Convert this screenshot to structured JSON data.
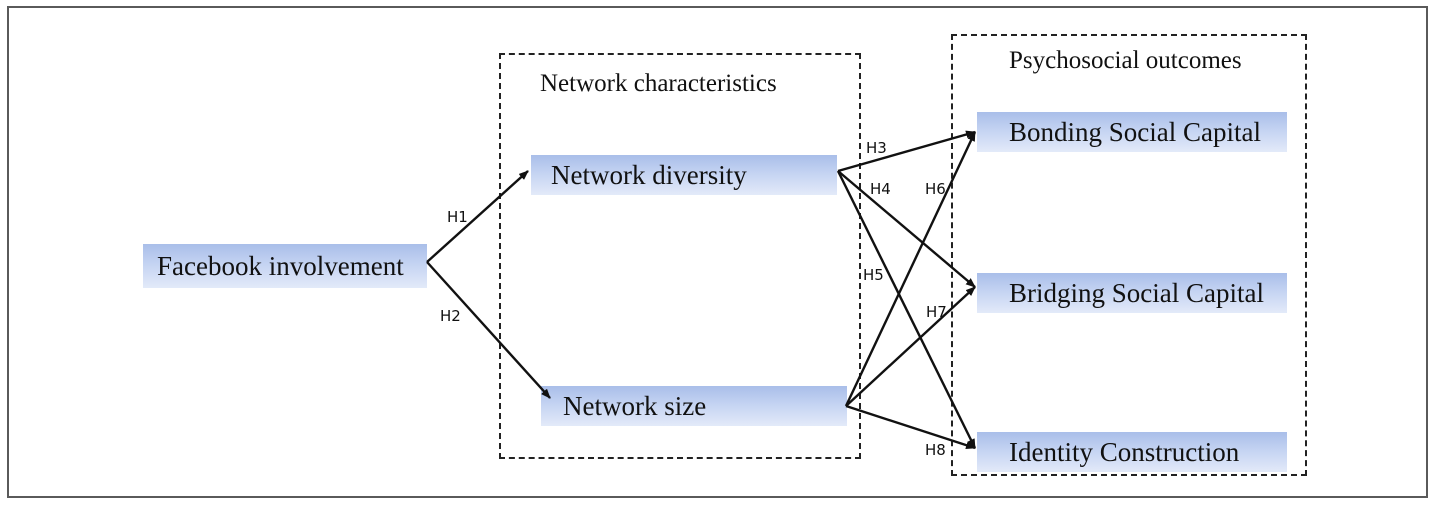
{
  "groups": {
    "network": {
      "title": "Network characteristics"
    },
    "outcomes": {
      "title": "Psychosocial outcomes"
    }
  },
  "nodes": {
    "facebook": "Facebook involvement",
    "diversity": "Network diversity",
    "size": "Network size",
    "bonding": "Bonding Social Capital",
    "bridging": "Bridging Social Capital",
    "identity": "Identity Construction"
  },
  "edges": [
    {
      "label": "H1",
      "from": "Facebook involvement",
      "to": "Network diversity"
    },
    {
      "label": "H2",
      "from": "Facebook involvement",
      "to": "Network size"
    },
    {
      "label": "H3",
      "from": "Network diversity",
      "to": "Bonding Social Capital"
    },
    {
      "label": "H4",
      "from": "Network diversity",
      "to": "Bridging Social Capital"
    },
    {
      "label": "H5",
      "from": "Network diversity",
      "to": "Identity Construction"
    },
    {
      "label": "H6",
      "from": "Network size",
      "to": "Bonding Social Capital"
    },
    {
      "label": "H7",
      "from": "Network size",
      "to": "Bridging Social Capital"
    },
    {
      "label": "H8",
      "from": "Network size",
      "to": "Identity Construction"
    }
  ],
  "colors": {
    "node_fill_top": "#a9bee9",
    "node_fill_bottom": "#e3eaf9",
    "stroke": "#111111",
    "frame": "#5a5a5a"
  }
}
